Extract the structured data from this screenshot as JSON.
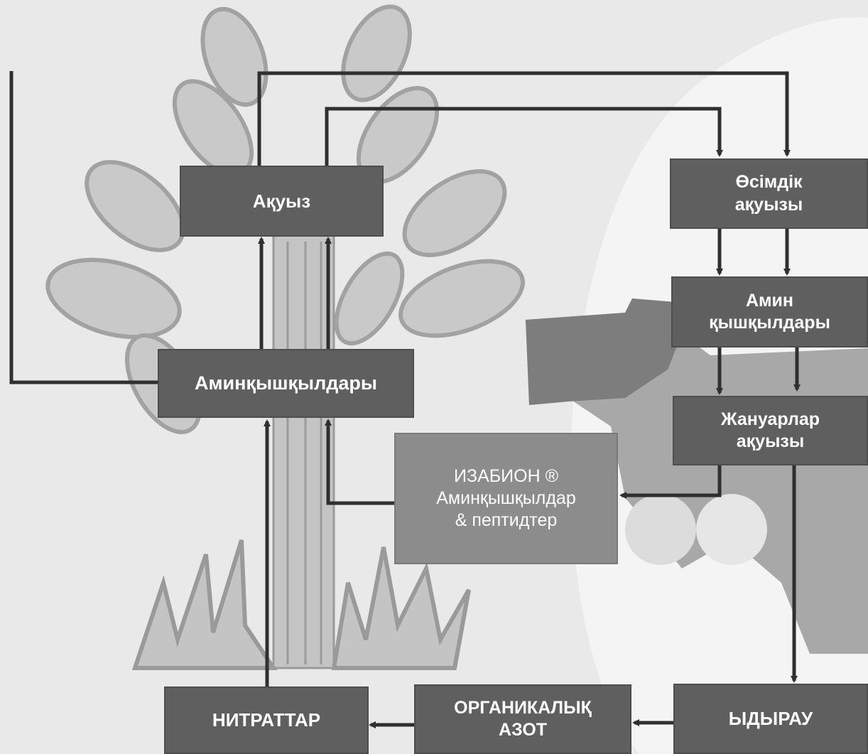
{
  "colors": {
    "background": "#e9e9e9",
    "box_dark": "#5f5f5f",
    "box_light": "#8c8c8c",
    "arrow": "#2f2f2f",
    "box_text": "#ffffff"
  },
  "icons": [
    "tree-silhouette",
    "leaf-icon",
    "animal-silhouette",
    "grass-silhouette"
  ],
  "nodes": {
    "akuyz": {
      "lines": [
        "Ақуыз"
      ]
    },
    "aminkyshkyldary": {
      "lines": [
        "Аминқышқылдары"
      ]
    },
    "osimdik_akuyzy": {
      "lines": [
        "Өсімдік",
        "ақуызы"
      ]
    },
    "amin_kyshkyldary": {
      "lines": [
        "Амин",
        "қышқылдары"
      ]
    },
    "zhanuarlar_akuyzy": {
      "lines": [
        "Жануарлар",
        "ақуызы"
      ]
    },
    "izabion": {
      "lines": [
        "ИЗАБИОН ®",
        "Аминқышқылдар",
        "& пептидтер"
      ]
    },
    "nitrattar": {
      "lines": [
        "НИТРАТТАР"
      ]
    },
    "organikalyk_azot": {
      "lines": [
        "ОРГАНИКАЛЫҚ",
        "АЗОТ"
      ]
    },
    "ydyrau": {
      "lines": [
        "ЫДЫРАУ"
      ]
    }
  }
}
